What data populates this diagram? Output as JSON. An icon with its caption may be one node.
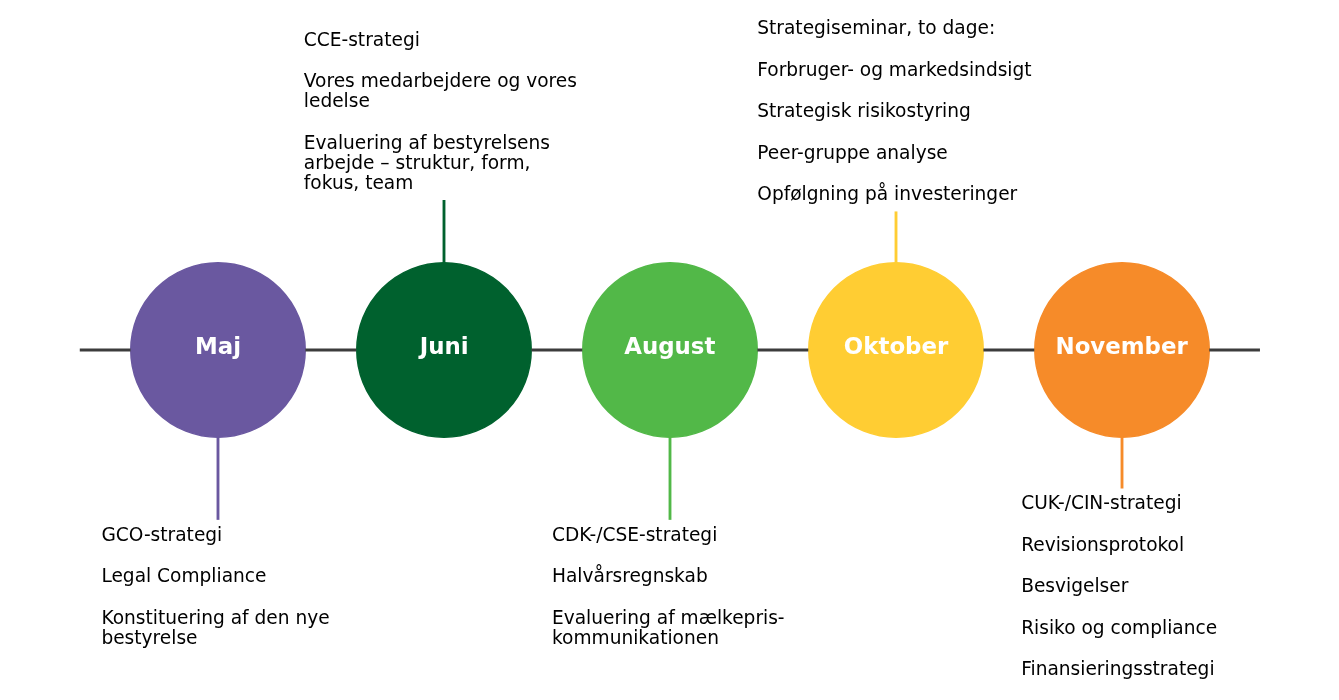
{
  "diagram": {
    "nodes": [
      {
        "text": [
          "Maj"
        ]
      },
      {
        "text": [
          "Juni"
        ]
      },
      {
        "text": [
          "August"
        ]
      },
      {
        "text": [
          "Oktober"
        ]
      },
      {
        "text": [
          "November"
        ]
      },
      {
        "text": [
          "GCO-strategi",
          "Legal Compliance",
          "Konstituering af den nye bestyrelse"
        ]
      },
      {
        "text": [
          "CCE-strategi",
          "Vores medarbejdere og vores ledelse",
          "Evaluering af bestyrelsens arbejde – struktur, form, fokus, team"
        ]
      },
      {
        "text": [
          "CDK-/CSE-strategi",
          "Halvårsregnskab",
          "Evaluering af mælkepris-kommunikationen"
        ]
      },
      {
        "text": [
          "Strategiseminar, to dage:",
          "Forbruger- og markedsindsigt",
          "Strategisk risikostyring",
          "Peer-gruppe analyse",
          "Opfølgning på investeringer"
        ]
      },
      {
        "text": [
          "CUK-/CIN-strategi",
          "Revisionsprotokol",
          "Besvigelser",
          "Risiko og compliance",
          "Finansieringsstrategi"
        ]
      }
    ],
    "edges": [
      {
        "from": null,
        "to": 0,
        "arrow": "none"
      },
      {
        "from": 0,
        "to": 1,
        "arrow": "none"
      },
      {
        "from": 1,
        "to": 2,
        "arrow": "none"
      },
      {
        "from": 2,
        "to": 3,
        "arrow": "none"
      },
      {
        "from": 3,
        "to": 4,
        "arrow": "none"
      },
      {
        "from": 4,
        "to": null,
        "arrow": "none"
      },
      {
        "from": 0,
        "to": 5,
        "arrow": "none",
        "color": "#6a58a0"
      },
      {
        "from": 1,
        "to": 6,
        "arrow": "none",
        "color": "#00612e"
      },
      {
        "from": 2,
        "to": 7,
        "arrow": "none",
        "color": "#52b848"
      },
      {
        "from": 3,
        "to": 8,
        "arrow": "none",
        "color": "#ffcd33"
      },
      {
        "from": 4,
        "to": 9,
        "arrow": "none",
        "color": "#f68b29"
      }
    ]
  }
}
